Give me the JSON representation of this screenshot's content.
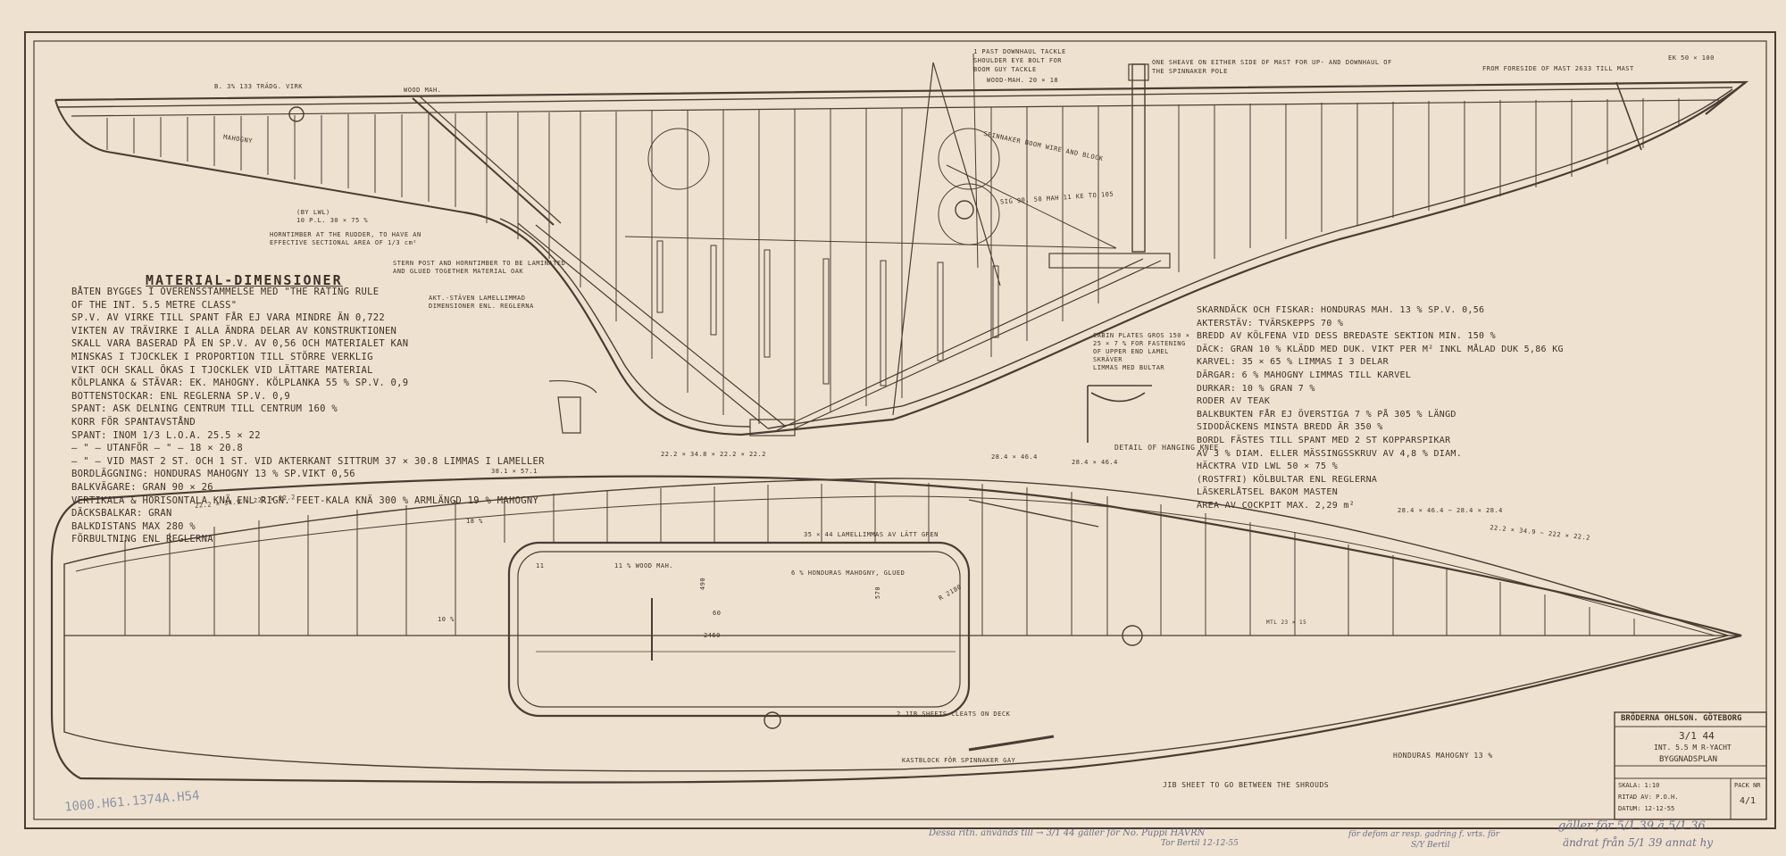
{
  "material": {
    "title": "MATERIAL-DIMENSIONER",
    "lines": [
      "BÅTEN BYGGES I ÖVERENSSTÄMMELSE MED \"THE RATING RULE",
      "OF THE INT. 5.5 METRE CLASS\"",
      "SP.V. AV VIRKE TILL SPANT FÅR EJ VARA MINDRE ÄN 0,722",
      "VIKTEN AV TRÄVIRKE I ALLA ÄNDRA DELAR AV KONSTRUKTIONEN",
      "SKALL VARA BASERAD PÅ EN SP.V. AV 0,56 OCH MATERIALET KAN",
      "MINSKAS I TJOCKLEK I PROPORTION TILL STÖRRE VERKLIG",
      "VIKT OCH SKALL ÖKAS I TJOCKLEK VID LÄTTARE MATERIAL",
      "KÖLPLANKA & STÄVAR: EK. MAHOGNY. KÖLPLANKA 55 % SP.V. 0,9",
      "BOTTENSTOCKAR: ENL REGLERNA SP.V. 0,9",
      "SPANT: ASK DELNING CENTRUM TILL CENTRUM 160 %",
      "KORR FÖR SPANTAVSTÅND",
      "SPANT: INOM 1/3 L.O.A. 25.5 × 22",
      "— \" — UTANFÖR — \" — 18 × 20.8",
      "— \" — VID MAST 2 ST. OCH 1 ST. VID AKTERKANT SITTRUM 37 × 30.8 LIMMAS I LAMELLER",
      "BORDLÄGGNING: HONDURAS MAHOGNY 13 % SP.VIKT 0,56",
      "BALKVÄGARE: GRAN 90 × 26",
      "VERTIKALA & HORISONTALA KNÄ ENL RIGN. FEET-KALA KNÄ 300 % ARMLÄNGD 19 % MAHOGNY",
      "DÄCKSBALKAR: GRAN",
      "BALKDISTANS MAX 280 %",
      "FÖRBULTNING ENL REGLERNA"
    ]
  },
  "spec": {
    "lines": [
      "SKARNDÄCK OCH FISKAR: HONDURAS MAH. 13 % SP.V. 0,56",
      "AKTERSTÄV: TVÄRSKEPPS 70 %",
      "BREDD AV KÖLFENA VID DESS BREDASTE SEKTION MIN. 150 %",
      "DÄCK: GRAN 10 % KLÄDD MED DUK. VIKT PER M² INKL MÅLAD DUK 5,86 KG",
      "KARVEL: 35 × 65 % LIMMAS I 3 DELAR",
      "DÄRGAR: 6 % MAHOGNY LIMMAS TILL KARVEL",
      "DURKAR: 10 % GRAN 7 %",
      "RODER AV TEAK",
      "BALKBUKTEN FÅR EJ ÖVERSTIGA 7 % PÅ 305 % LÄNGD",
      "SIDODÄCKENS MINSTA BREDD ÄR 350 %",
      "BORDL FÄSTES TILL SPANT MED 2 ST KOPPARSPIKAR",
      "AV 3 % DIAM. ELLER MÄSSINGSSKRUV AV 4,8 % DIAM.",
      "HÄCKTRA VID LWL 50 × 75 %",
      "(ROSTFRI) KÖLBULTAR ENL REGLERNA",
      "LÄSKERLÅTSEL BAKOM MASTEN",
      "AREA AV COCKPIT MAX. 2,29 m²"
    ]
  },
  "notes": {
    "trade_wind": "B. 3% 133 TRÄDG. VIRK",
    "wood_mah": "WOOD MAH.",
    "mahogany_top": "MAHOGNY",
    "downhaul_1": "1 PAST DOWNHAUL TACKLE",
    "downhaul_2": "SHOULDER EYE BOLT FOR",
    "downhaul_3": "BOOM GUY TACKLE",
    "downhaul_4": "WOOD-MAH. 20 × 18",
    "sheave_1": "ONE SHEAVE ON EITHER SIDE OF MAST FOR UP- AND DOWNHAUL OF",
    "sheave_2": "THE SPINNAKER POLE",
    "forepost": "FROM FORESIDE OF MAST 2633 TILL MAST",
    "ek_top": "EK 50 × 100",
    "lwl_1": "(BY LWL)",
    "lwl_2": "10 P.L. 30 × 75 %",
    "horn_1": "HORNTIMBER AT THE RUDDER, TO HAVE AN",
    "horn_2": "EFFECTIVE SECTIONAL AREA OF 1/3 cm²",
    "stern_1": "STERN POST AND HORNTIMBER TO BE LAMINATED",
    "stern_2": "AND GLUED TOGETHER MATERIAL OAK",
    "akt_1": "AKT.-STÄVEN LAMELLIMMAD",
    "akt_2": "DIMENSIONER ENL. REGLERNA",
    "spinn_stay": "SPINNAKER BOOM WIRE AND BLOCK",
    "gauge": "SIG 90. 50 MAH 11 KE TO 105",
    "cabin_1": "CABIN PLATES GROS 150 ×",
    "cabin_2": "25 × 7 % FOR FASTENING",
    "cabin_3": "OF UPPER END LAMEL",
    "cabin_4": "SKRÄVER",
    "cabin_5": "LIMMAS MED BULTAR",
    "detail_knee": "DETAIL OF HANGING KNEE",
    "deck_dim_top": "22.2 × 34.8 × 22.2 × 22.2",
    "deck_dim_left": "22.2 × 34.9 − 222 × 22.2",
    "deck_dim_right": "22.2 × 34.9 − 222 × 22.2",
    "mid_dim_1": "28.4 × 46.4",
    "mid_dim_2": "28.4 × 46.4",
    "mid_dim_3": "38.1 × 57.1",
    "mid_dim_4": "28.4 × 46.4 − 28.4 × 28.4",
    "laminated": "35 × 44 LAMELLIMMAS AV LÄTT GREN",
    "wood_mah_2": "11 % WOOD MAH.",
    "honduras_glued": "6 % HONDURAS MAHOGNY, GLUED",
    "dim_11": "11",
    "dim_60": "60",
    "dim_2460": "2460",
    "dim_490": "490",
    "dim_570": "570",
    "dim_2180": "R 2180",
    "cleats": "2 JIB SHEETS CLEATS ON DECK",
    "spinnaker_guy": "KASTBLOCK FÖR SPINNAKER GAY",
    "honduras_13": "HONDURAS MAHOGNY 13 %",
    "jib_sheet": "JIB SHEET TO GO BETWEEN THE SHROUDS",
    "mtl_dim": "MTL 23 × 15",
    "percent_18": "18 %",
    "percent_10": "10 %"
  },
  "title_block": {
    "firm": "BRÖDERNA OHLSON. GÖTEBORG",
    "number": "3/1 44",
    "class": "INT. 5.5 M R-YACHT",
    "drawing": "BYGGNADSPLAN",
    "scale": "SKALA: 1:10",
    "drawn_by": "RITAD AV: P.O.H.",
    "date": "DATUM: 12-12-55",
    "sheet_label": "PACK NR",
    "sheet_num": "4/1"
  },
  "handwritten": {
    "h1": "Dessa ritn. används till → 3/1 44 gäller för No. Puppi HAVRN",
    "h2": "Tor Bertil 12-12-55",
    "h3": "för defom ar resp. gadring f. vrts. för",
    "h4": "S/Y Bertil",
    "h5": "gäller för 5/1 39 ä 5/1 36",
    "h6": "ändrat från 5/1 39 annat hy",
    "stamp": "1000.H61.1374A.H54"
  }
}
